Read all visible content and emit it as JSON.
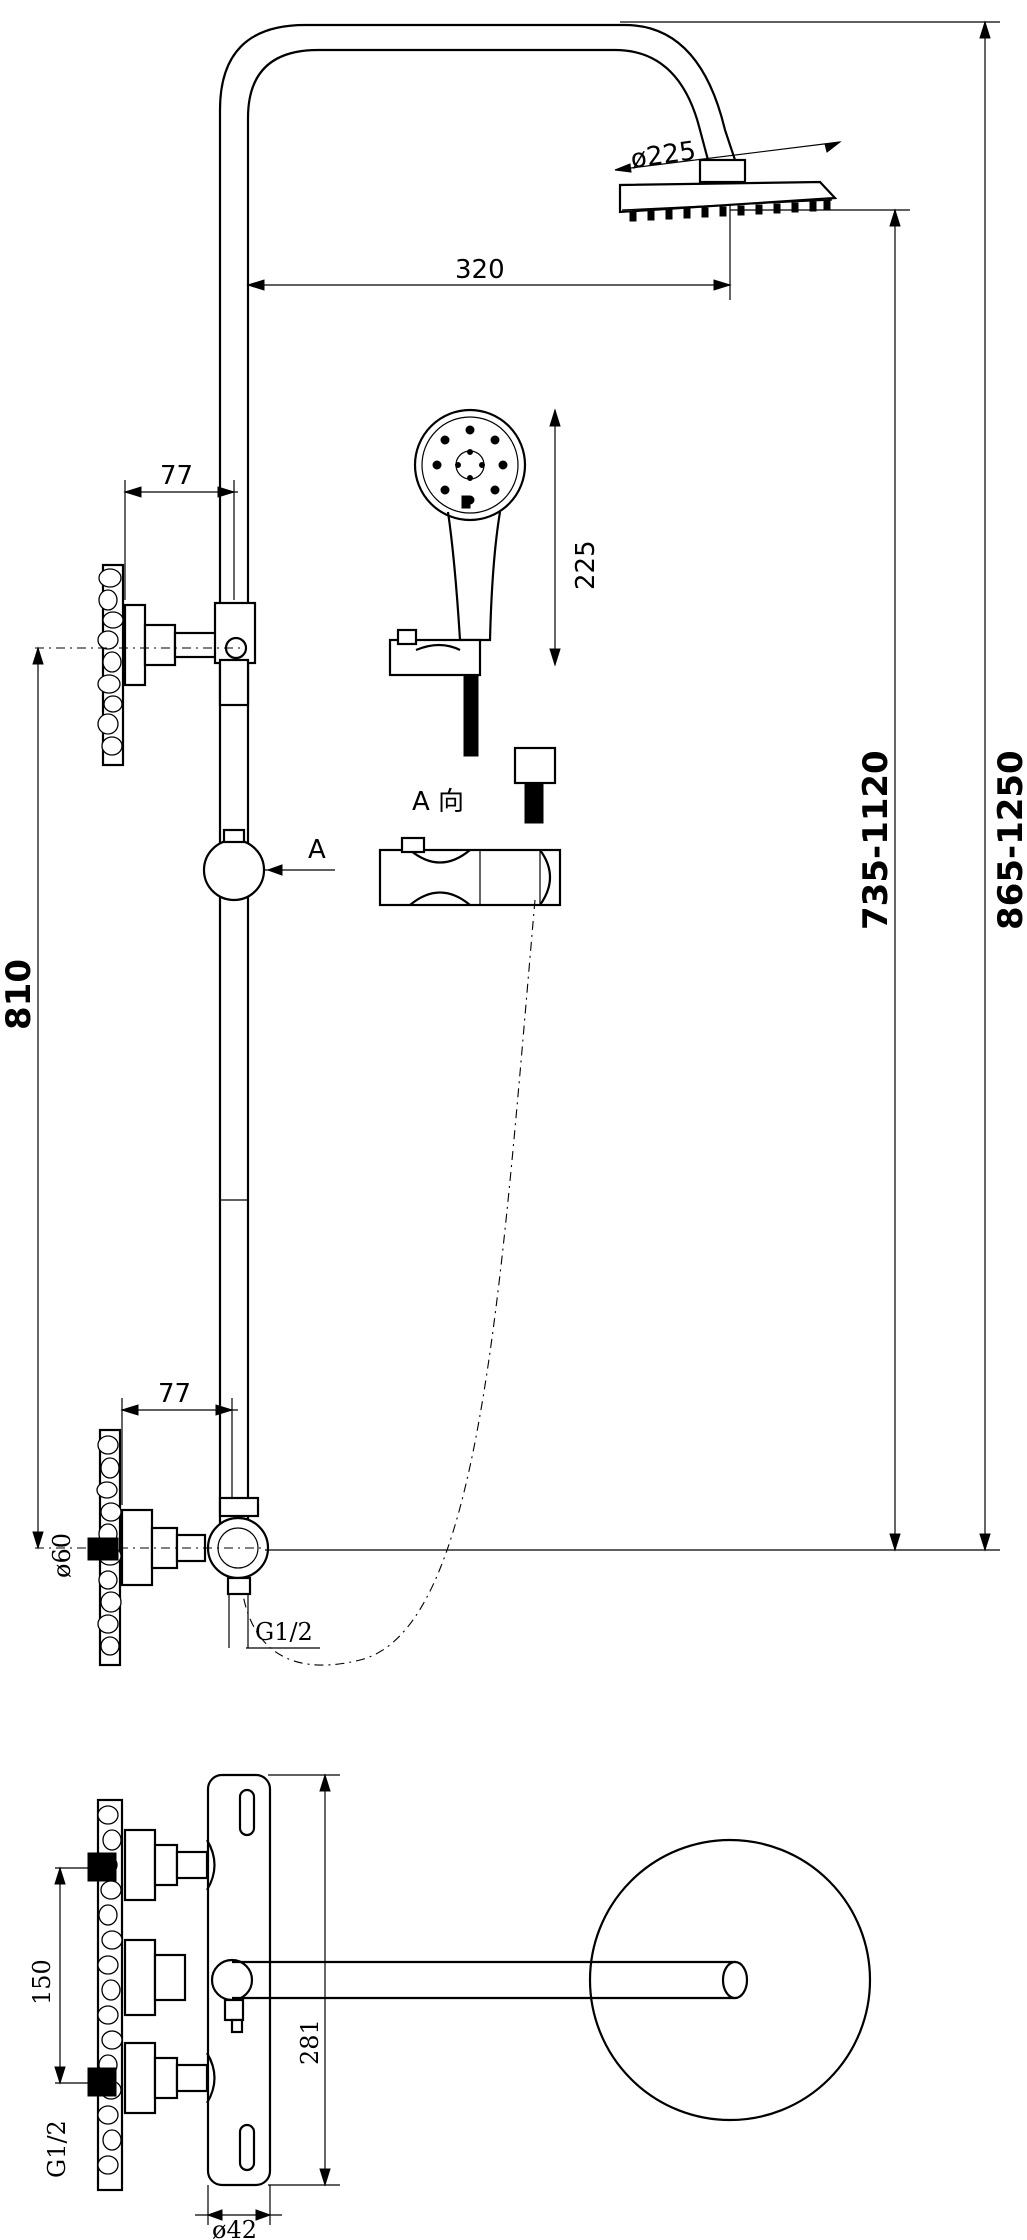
{
  "dimensions": {
    "overhead_shower_diameter": "ø225",
    "arm_length": "320",
    "hand_shower_length": "225",
    "upper_bracket_offset": "77",
    "lower_bracket_offset": "77",
    "bracket_spacing": "810",
    "rail_height_range": "735-1120",
    "total_height_range": "865-1250",
    "wall_flange_diameter": "ø60",
    "outlet_thread": "G1/2",
    "inlet_spacing": "150",
    "inlet_thread": "G1/2",
    "mixer_body_length": "281",
    "mixer_body_diameter": "ø42"
  },
  "view_labels": {
    "view_arrow_label": "A",
    "view_direction_label": "A 向"
  }
}
